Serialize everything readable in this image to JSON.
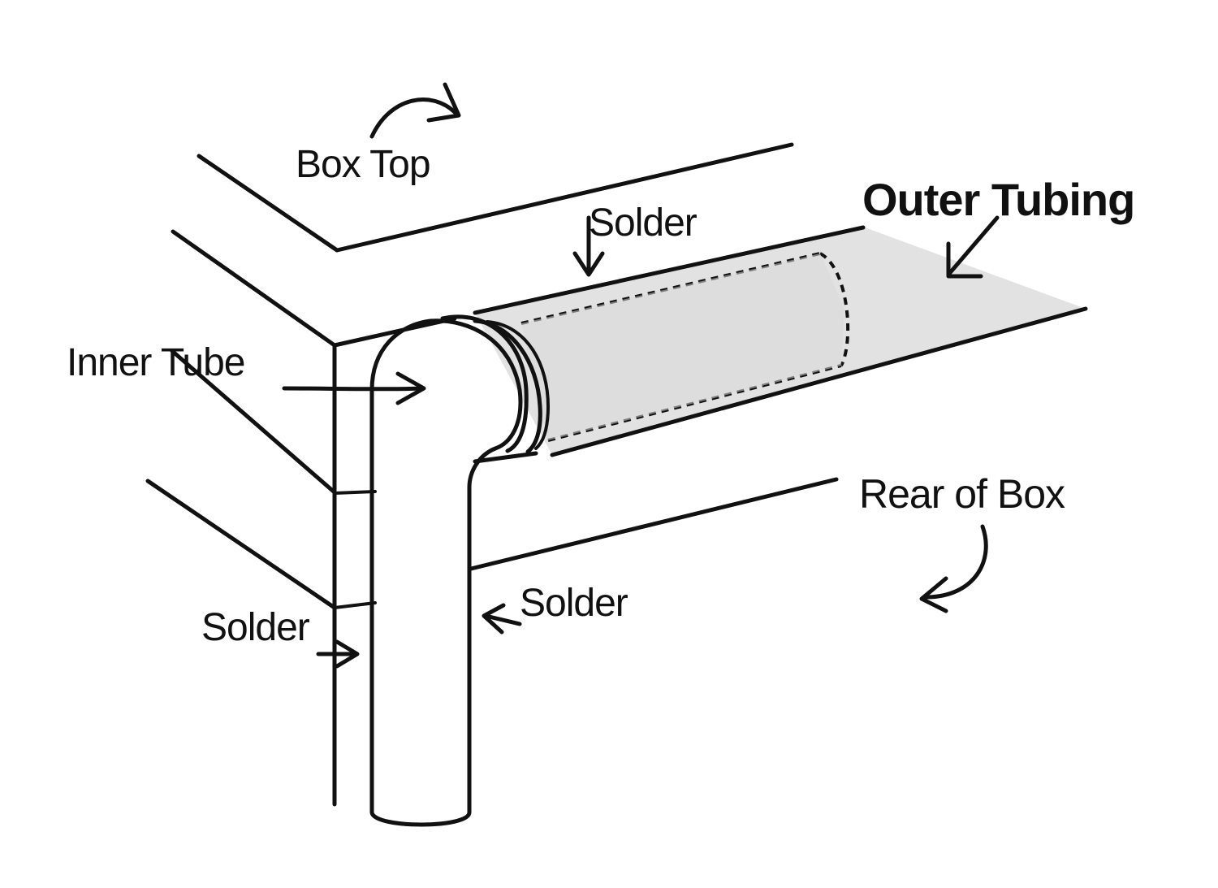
{
  "labels": {
    "box_top": "Box Top",
    "outer_tubing": "Outer Tubing",
    "solder_top": "Solder",
    "inner_tube": "Inner Tube",
    "rear_of_box": "Rear of Box",
    "solder_left": "Solder",
    "solder_right": "Solder"
  },
  "colors": {
    "line": "#111111",
    "tubing_fill": "#e2e2e2",
    "background": "#ffffff"
  }
}
